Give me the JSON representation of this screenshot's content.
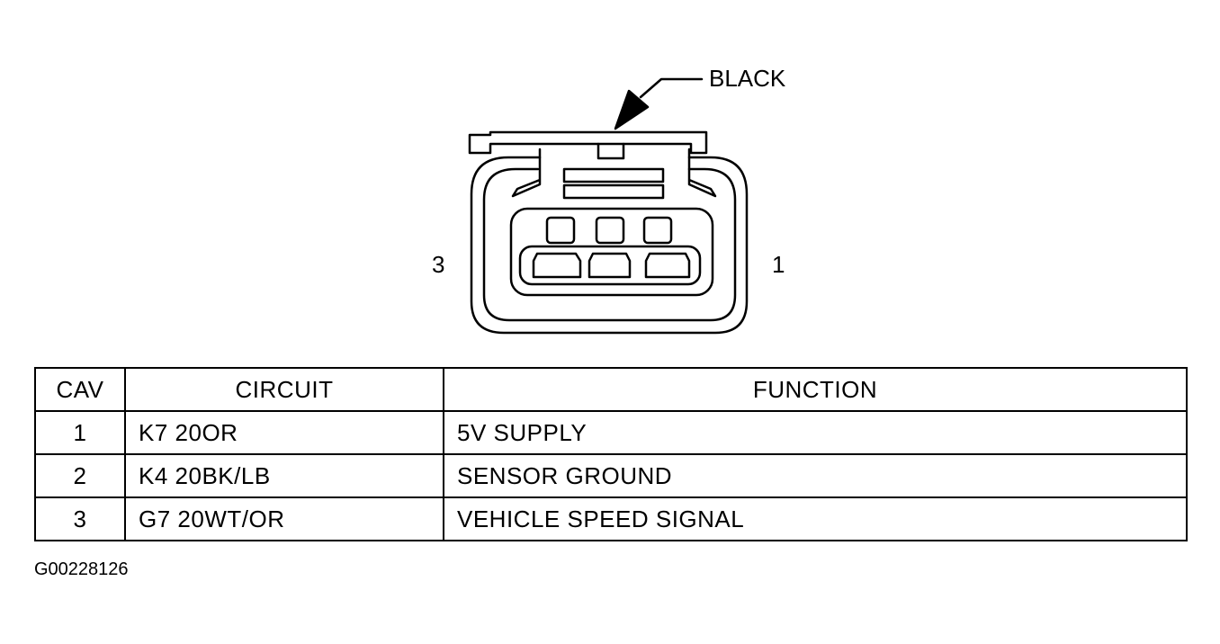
{
  "diagram": {
    "color_label": "BLACK",
    "pin_label_left": "3",
    "pin_label_right": "1"
  },
  "table": {
    "headers": {
      "cav": "CAV",
      "circuit": "CIRCUIT",
      "function": "FUNCTION"
    },
    "rows": [
      {
        "cav": "1",
        "circuit": "K7 20OR",
        "function": "5V SUPPLY"
      },
      {
        "cav": "2",
        "circuit": "K4 20BK/LB",
        "function": "SENSOR GROUND"
      },
      {
        "cav": "3",
        "circuit": "G7 20WT/OR",
        "function": "VEHICLE SPEED SIGNAL"
      }
    ]
  },
  "figure_id": "G00228126"
}
